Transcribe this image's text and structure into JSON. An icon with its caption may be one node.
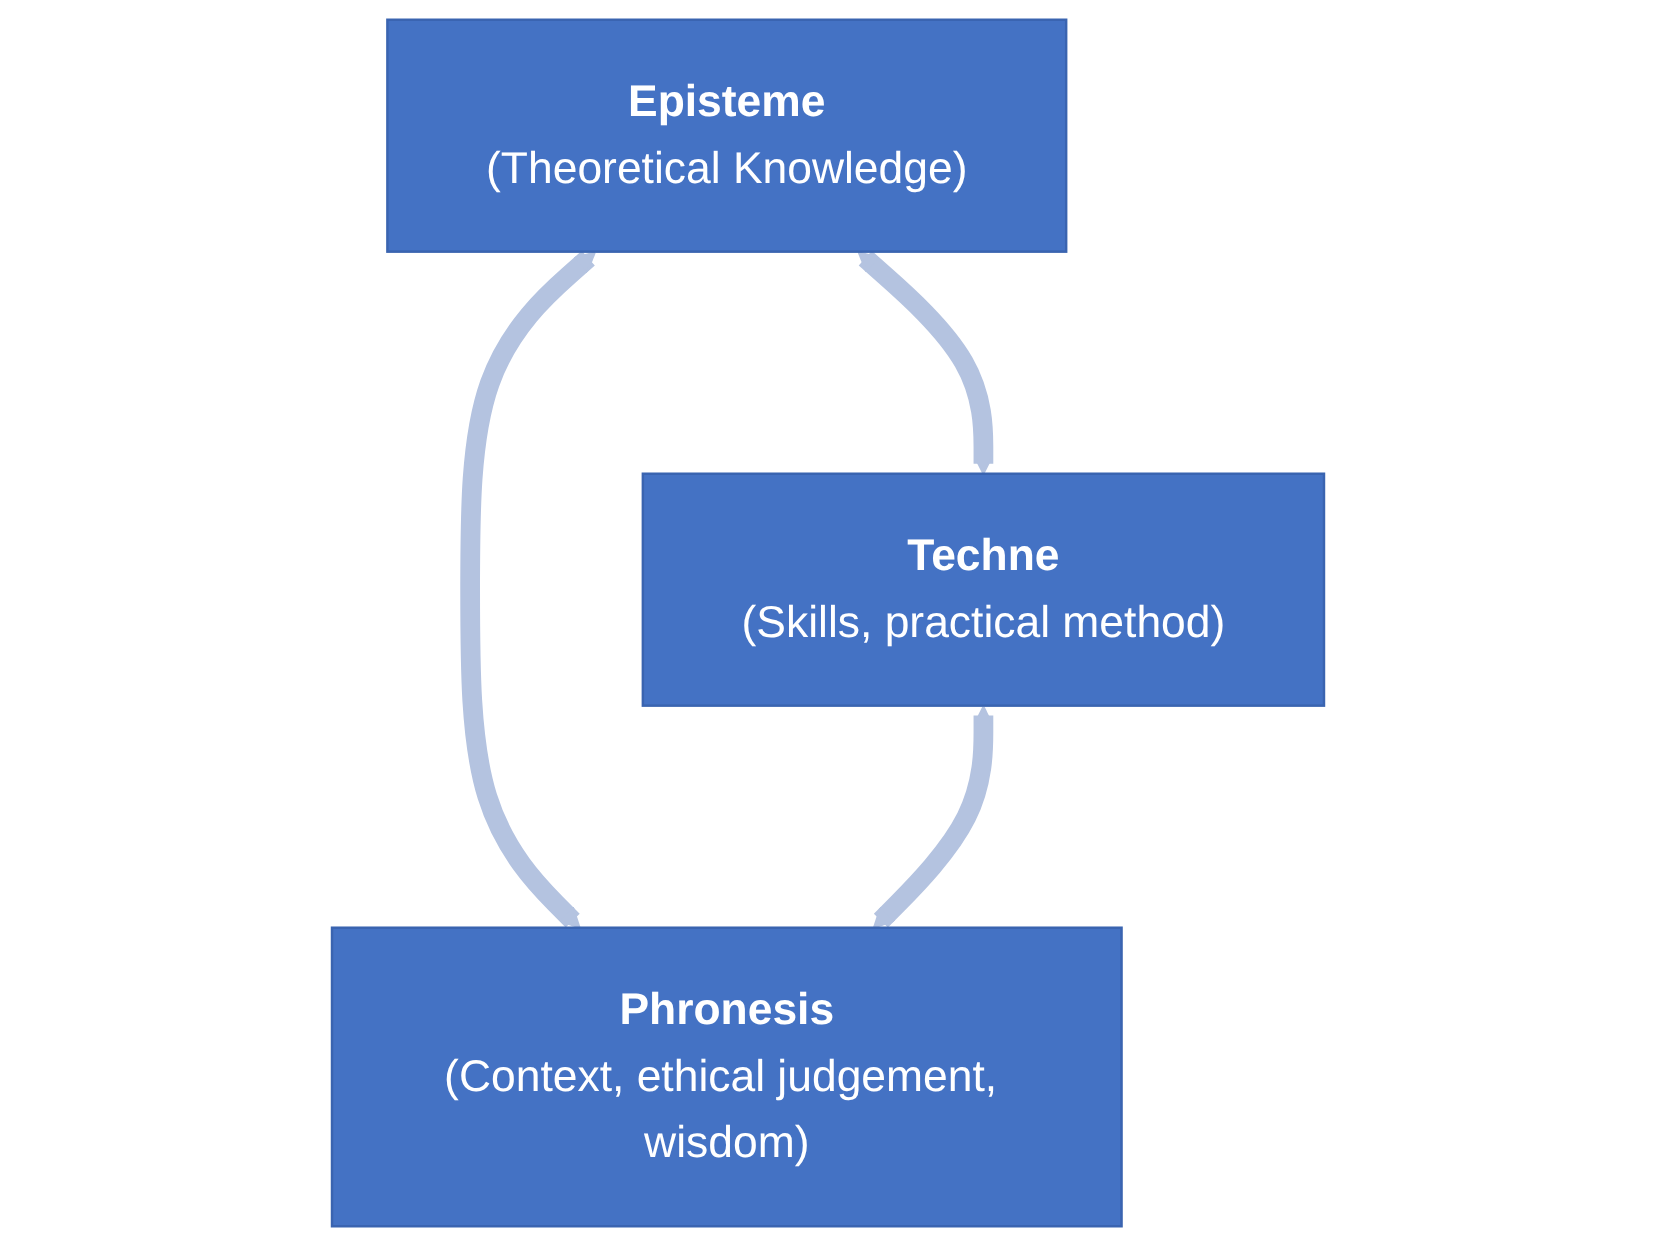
{
  "diagram": {
    "nodes": [
      {
        "text": [
          "Episteme",
          "(Theoretical Knowledge)"
        ]
      },
      {
        "text": [
          "Techne",
          "(Skills, practical method)"
        ]
      },
      {
        "text": [
          "Phronesis",
          "(Context, ethical judgement, wisdom)"
        ]
      }
    ],
    "edges": [
      {
        "from": 0,
        "to": 1,
        "arrow": "both"
      },
      {
        "from": 0,
        "to": 2,
        "arrow": "both"
      },
      {
        "from": 1,
        "to": 2,
        "arrow": "both"
      }
    ]
  }
}
